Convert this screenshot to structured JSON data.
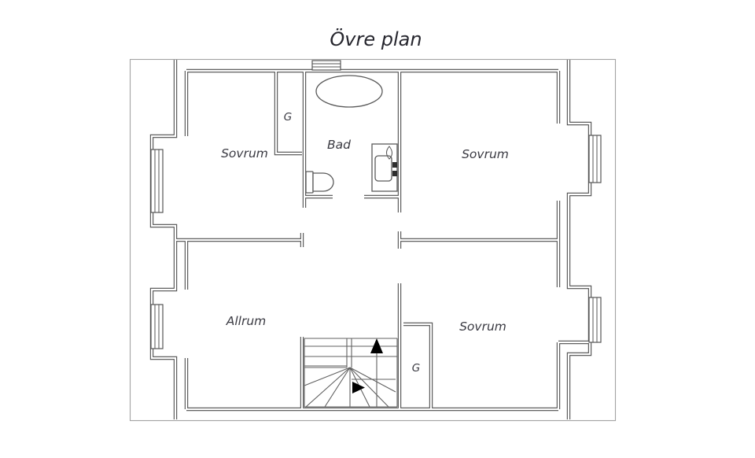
{
  "title": "Övre plan",
  "rooms": {
    "sovrum_top_left": "Sovrum",
    "bad": "Bad",
    "sovrum_top_right": "Sovrum",
    "allrum": "Allrum",
    "sovrum_bottom_right": "Sovrum",
    "closet_top": "G",
    "closet_bottom": "G"
  },
  "icons": {
    "bathtub": "bathtub-top-view",
    "toilet": "toilet-top-view",
    "sink": "sink-top-view",
    "stairs": "winder-staircase",
    "up_arrow": "stair-direction-up",
    "right_arrow": "stair-direction-right"
  },
  "colors": {
    "wall": "#4d4d4d",
    "boundary": "#a3a3a3",
    "label_text": "#3a3a42",
    "title_text": "#26262e",
    "arrow": "#000000"
  }
}
